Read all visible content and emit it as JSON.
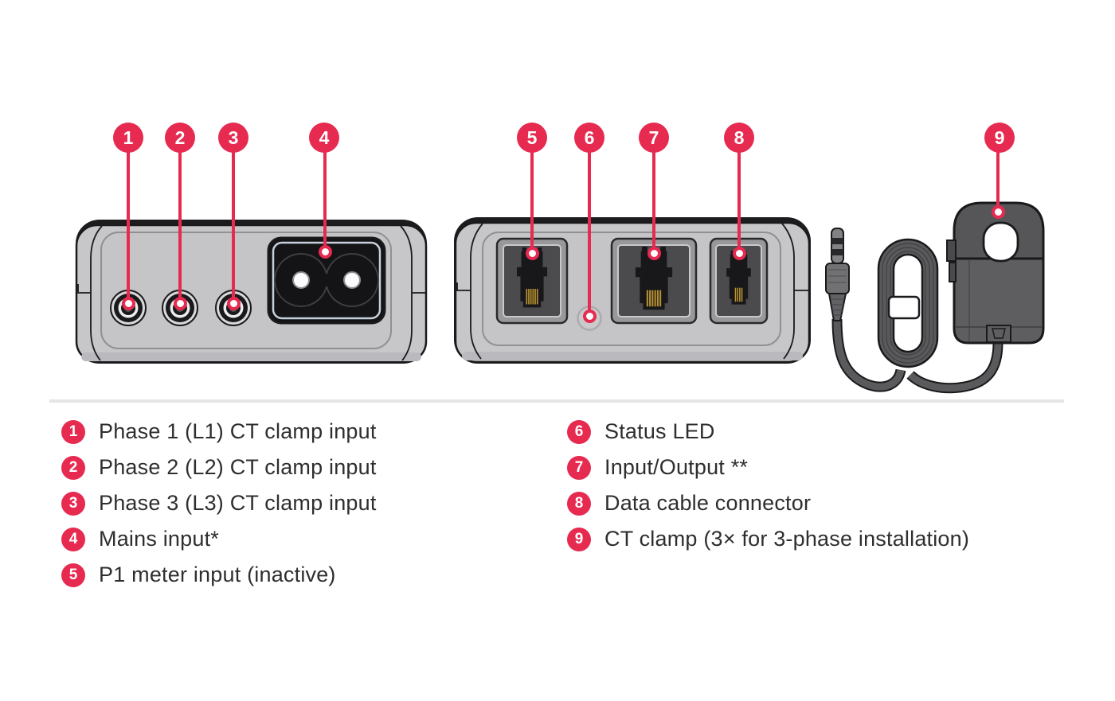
{
  "colors": {
    "accent": "#E62A50",
    "text": "#2E2E31",
    "divider": "#E5E5E7",
    "device_body": "#C7C7CA",
    "outline": "#1A1A1C"
  },
  "figures": {
    "left_device": "device-rear-panel-illustration",
    "middle_device": "device-front-panel-illustration",
    "right_figure": "ct-clamp-illustration"
  },
  "items": [
    {
      "number": "1",
      "label": "Phase 1 (L1) CT clamp input"
    },
    {
      "number": "2",
      "label": "Phase 2 (L2) CT clamp input"
    },
    {
      "number": "3",
      "label": "Phase 3 (L3) CT clamp input"
    },
    {
      "number": "4",
      "label": "Mains input*"
    },
    {
      "number": "5",
      "label": "P1 meter input (inactive)"
    },
    {
      "number": "6",
      "label": "Status LED"
    },
    {
      "number": "7",
      "label": "Input/Output **"
    },
    {
      "number": "8",
      "label": "Data cable connector"
    },
    {
      "number": "9",
      "label": "CT clamp (3× for 3-phase installation)"
    }
  ]
}
